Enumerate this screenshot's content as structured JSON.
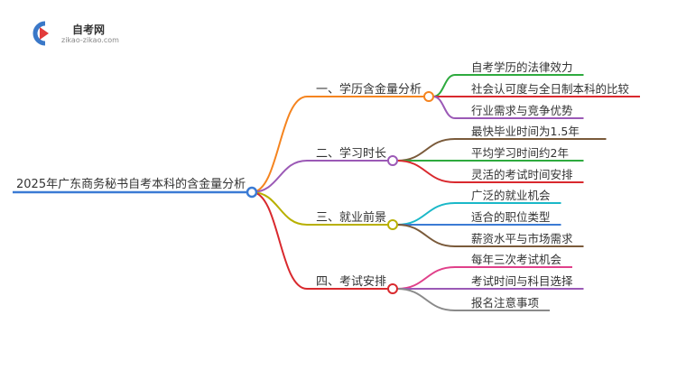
{
  "logo": {
    "name": "自考网",
    "url": "zikao-zikao.com"
  },
  "mindmap": {
    "root": "2025年广东商务秘书自考本科的含金量分析",
    "branches": [
      {
        "label": "一、学历含金量分析",
        "color": "#f5841f",
        "children": [
          {
            "label": "自考学历的法律效力",
            "color": "#2eaa3e"
          },
          {
            "label": "社会认可度与全日制本科的比较",
            "color": "#d9292e"
          },
          {
            "label": "行业需求与竞争优势",
            "color": "#9b59b6"
          }
        ]
      },
      {
        "label": "二、学习时长",
        "color": "#9b59b6",
        "children": [
          {
            "label": "最快毕业时间为1.5年",
            "color": "#7a5a3a"
          },
          {
            "label": "平均学习时间约2年",
            "color": "#2eaa3e"
          },
          {
            "label": "灵活的考试时间安排",
            "color": "#d9292e"
          }
        ]
      },
      {
        "label": "三、就业前景",
        "color": "#b8b000",
        "children": [
          {
            "label": "广泛的就业机会",
            "color": "#1ab8c8"
          },
          {
            "label": "适合的职位类型",
            "color": "#3b7bd4"
          },
          {
            "label": "薪资水平与市场需求",
            "color": "#7a5a3a"
          }
        ]
      },
      {
        "label": "四、考试安排",
        "color": "#d9292e",
        "children": [
          {
            "label": "每年三次考试机会",
            "color": "#e0408a"
          },
          {
            "label": "考试时间与科目选择",
            "color": "#9b59b6"
          },
          {
            "label": "报名注意事项",
            "color": "#8a8a8a"
          }
        ]
      }
    ]
  },
  "root_color": "#3b7bd4"
}
